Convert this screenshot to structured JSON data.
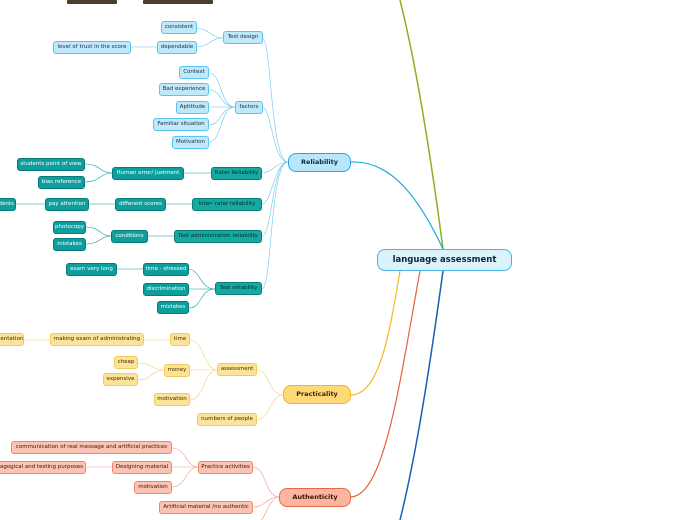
{
  "root": "language assessment",
  "branches": {
    "reliability": {
      "label": "Reliability",
      "test_design": {
        "label": "Test design",
        "consistent": "consistent",
        "dependable": "dependable",
        "trust": "level of trust in the score"
      },
      "factors": {
        "label": "factors",
        "items": [
          "Context",
          "Bad experience",
          "Aptittude",
          "Familiar situation",
          "Motivation"
        ]
      },
      "rater": {
        "label": "Rater Reliability",
        "human": "Human error/ justment",
        "students_view": "students point of view",
        "bias": "bias reference"
      },
      "inter": {
        "label": "Inter- rater reliability",
        "different": "different scores",
        "attention": "pay attention",
        "students": "udents"
      },
      "admin": {
        "label": "Test administration reliability",
        "conditions": "conditions",
        "photocopy": "photocopy",
        "mistakes": "mistakes"
      },
      "test": {
        "label": "Test reliability",
        "time": "time - stressed",
        "exam_long": "exam very long",
        "discrimination": "discrimination",
        "mistakes": "mistakes"
      }
    },
    "practicality": {
      "label": "Practicality",
      "assessment": {
        "label": "assessment",
        "time": "time",
        "making": "making exam of administrating",
        "mentation": "mentation",
        "money": "money",
        "cheap": "cheap",
        "expensive": "expensive",
        "motivation": "motivation"
      },
      "numbers": "numbers of people"
    },
    "authenticity": {
      "label": "Authenticity",
      "practice": {
        "label": "Practice activities",
        "communication": "communication of real message and artificial  practices",
        "designing": "Designing material",
        "pedagogical": "agogical and testing purposes",
        "motivation": "motivation"
      },
      "artificial": "Artificial material /no authentic"
    }
  },
  "colors": {
    "reliability": "#1aa7e0",
    "practicality": "#f2b824",
    "authenticity": "#e9603a",
    "top_branch": "#8bb01e",
    "bottom_branch": "#1a5fb4"
  }
}
